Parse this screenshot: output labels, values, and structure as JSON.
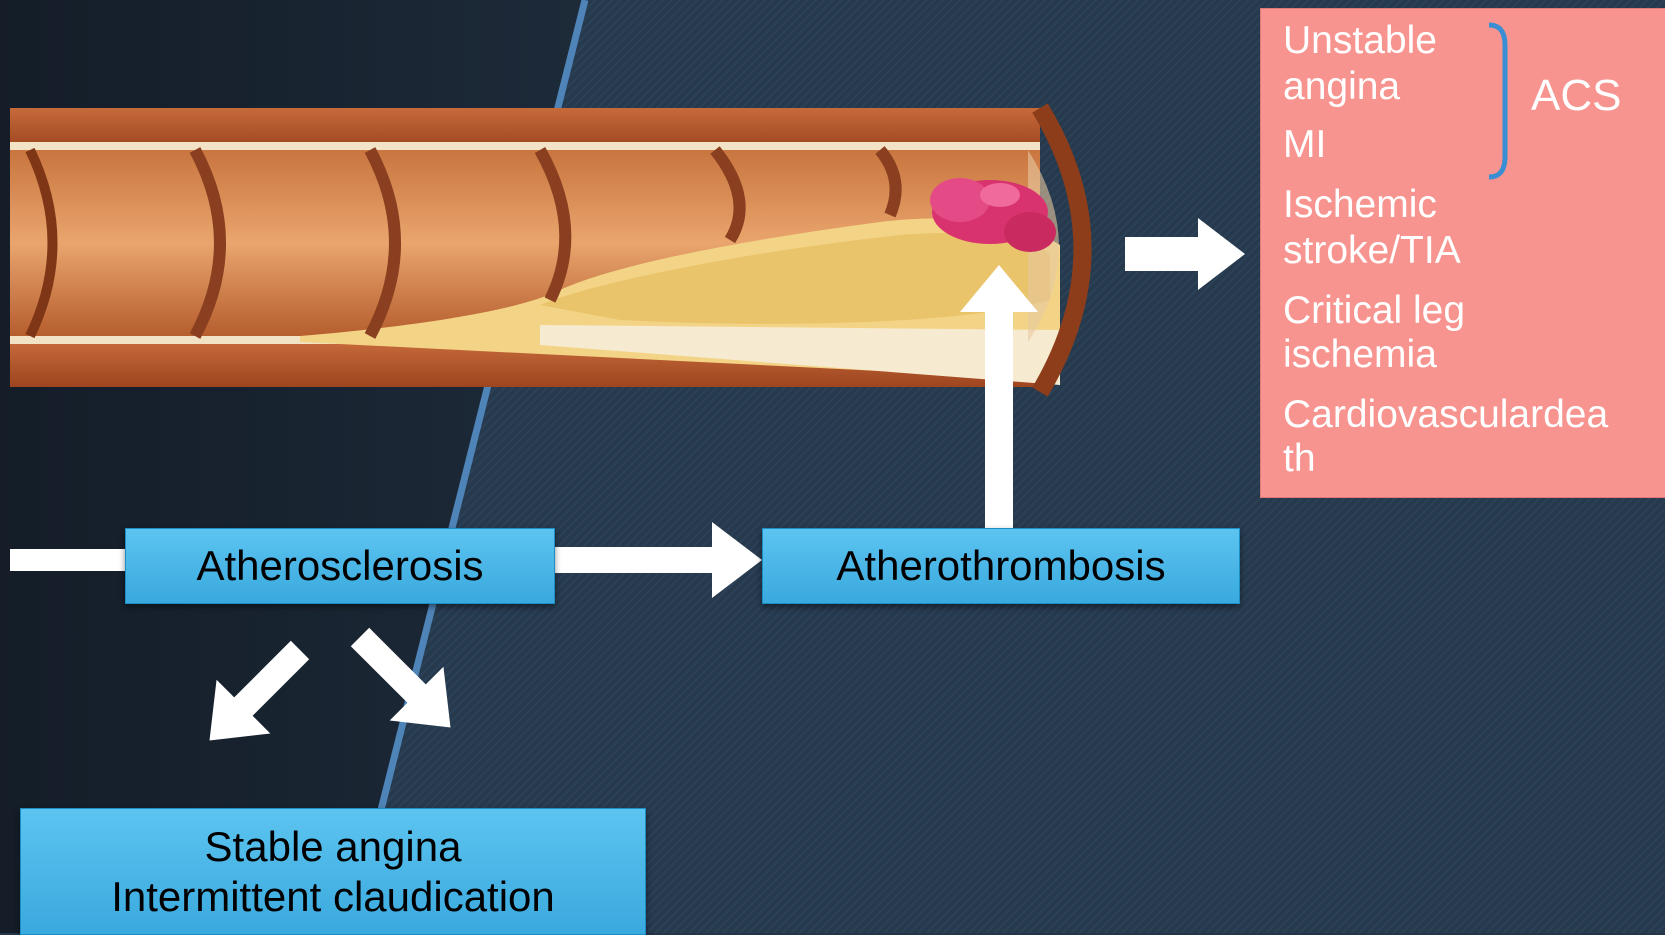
{
  "boxes": {
    "atherosclerosis": "Atherosclerosis",
    "atherothrombosis": "Atherothrombosis",
    "stable_line1": "Stable angina",
    "stable_line2": "Intermittent claudication"
  },
  "outcomes": {
    "unstable_line1": "Unstable",
    "unstable_line2": "angina",
    "mi": "MI",
    "acs": "ACS",
    "stroke_line1": "Ischemic",
    "stroke_line2": "stroke/TIA",
    "leg_line1": "Critical leg",
    "leg_line2": "ischemia",
    "death_line1": "Cardiovasculardea",
    "death_line2": "th"
  },
  "colors": {
    "background": "#243548",
    "box_fill": "#45b4e6",
    "outcome_fill": "#f7948f",
    "arrow": "#ffffff",
    "bracket": "#3a8fd4",
    "vessel_wall": "#b85a2e",
    "plaque": "#f3d487",
    "thrombus": "#d8336e"
  }
}
